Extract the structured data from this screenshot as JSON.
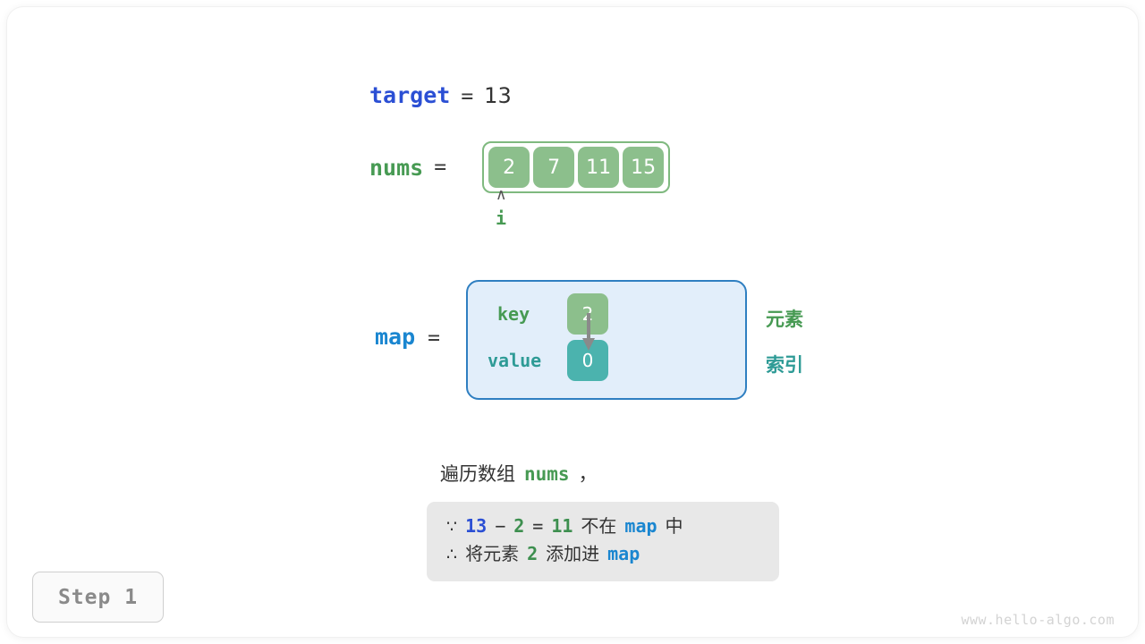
{
  "page": {
    "watermark": "www.hello-algo.com",
    "step_label": "Step 1"
  },
  "target_row": {
    "variable": "target",
    "operator": "=",
    "value": "13"
  },
  "nums_row": {
    "variable": "nums",
    "operator": "=",
    "cells": [
      "2",
      "7",
      "11",
      "15"
    ],
    "pointer": {
      "caret": "∧",
      "label": "i",
      "index": 0
    }
  },
  "map_row": {
    "variable": "map",
    "operator": "=",
    "key_label": "key",
    "value_label": "value",
    "key_cell": "2",
    "value_cell": "0",
    "legend_element": "元素",
    "legend_index": "索引"
  },
  "caption": {
    "text_prefix": "遍历数组",
    "code": "nums",
    "suffix": "，"
  },
  "explanation": {
    "line1": {
      "symbol": "∵",
      "a": "13",
      "minus": "−",
      "b": "2",
      "equals": "=",
      "result": "11",
      "text_mid": "不在",
      "code": "map",
      "text_end": "中"
    },
    "line2": {
      "symbol": "∴",
      "text_start": "将元素",
      "number": "2",
      "text_mid": "添加进",
      "code": "map"
    }
  },
  "colors": {
    "target_blue": "#2b4fd4",
    "nums_green": "#479a53",
    "map_blue": "#1a86d0",
    "cell_green": "#8cbf8c",
    "cell_teal": "#4bb3ae",
    "map_box_fill": "#e2eefa",
    "map_box_border": "#2f7fc1",
    "explain_box": "#e8e8e8"
  }
}
